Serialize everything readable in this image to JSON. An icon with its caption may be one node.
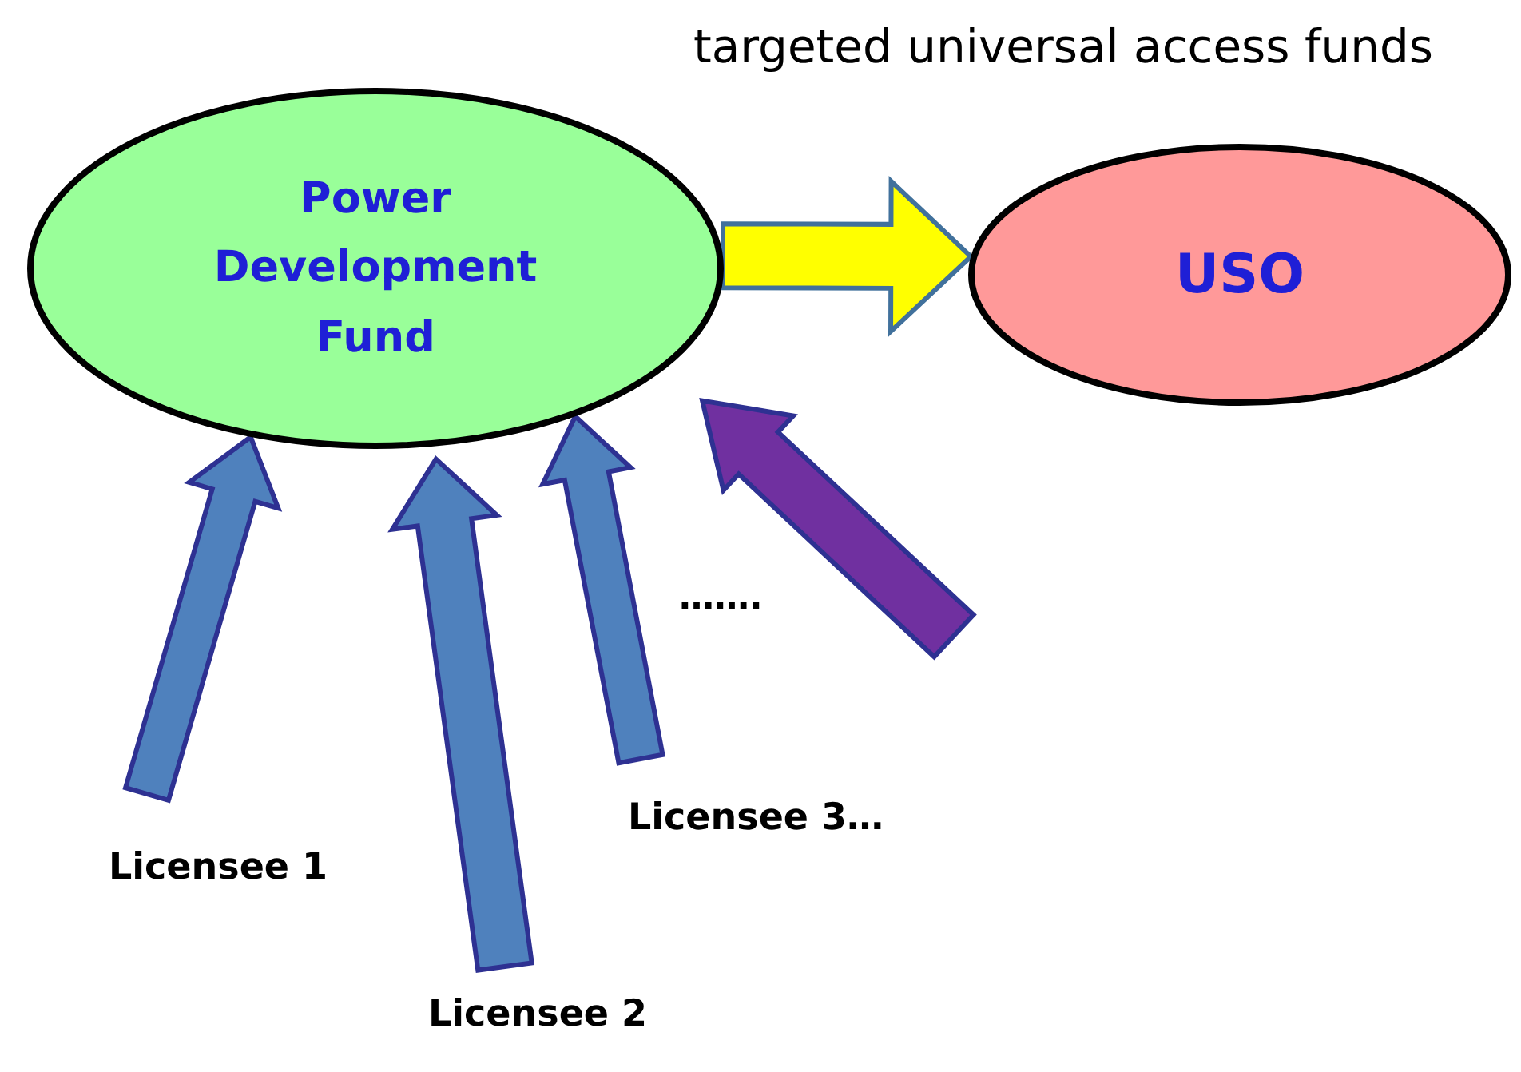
{
  "diagram": {
    "nodes": [
      {
        "text": [
          "Power Development Fund"
        ]
      },
      {
        "text": [
          "USO"
        ]
      },
      {
        "text": [
          "Licensee 1"
        ]
      },
      {
        "text": [
          "Licensee 2"
        ]
      },
      {
        "text": [
          "Licensee 3…"
        ]
      }
    ],
    "edges": [
      {
        "from": 0,
        "to": 1,
        "arrow": "to",
        "style": "thick",
        "color": "#ffff00"
      },
      {
        "from": 2,
        "to": 0,
        "arrow": "to",
        "style": "thick"
      },
      {
        "from": 3,
        "to": 0,
        "arrow": "to",
        "style": "thick"
      },
      {
        "from": 4,
        "to": 0,
        "arrow": "to",
        "style": "thick"
      },
      {
        "from": null,
        "to": 0,
        "arrow": "to",
        "style": "thick",
        "color": "#7030a0"
      }
    ],
    "labels": [
      "targeted universal access funds",
      "……."
    ]
  }
}
